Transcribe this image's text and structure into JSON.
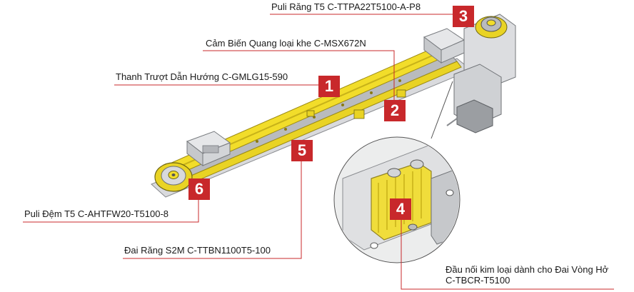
{
  "callouts": [
    {
      "num": "1",
      "text": "Thanh Trượt Dẫn Hướng C-GMLG15-590"
    },
    {
      "num": "2",
      "text": "Cảm Biến Quang loại khe C-MSX672N"
    },
    {
      "num": "3",
      "text": "Puli Răng T5 C-TTPA22T5100-A-P8"
    },
    {
      "num": "4",
      "text_line1": "Đầu nối kim loại dành cho Đai Vòng Hở",
      "text_line2": "C-TBCR-T5100"
    },
    {
      "num": "5",
      "text": "Đai Răng S2M C-TTBN1100T5-100"
    },
    {
      "num": "6",
      "text": "Puli Đệm T5 C-AHTFW20-T5100-8"
    }
  ],
  "colors": {
    "accent": "#c8282b",
    "belt": "#f2dd2a",
    "metal": "#c9cbcf",
    "line": "#c8282b"
  }
}
